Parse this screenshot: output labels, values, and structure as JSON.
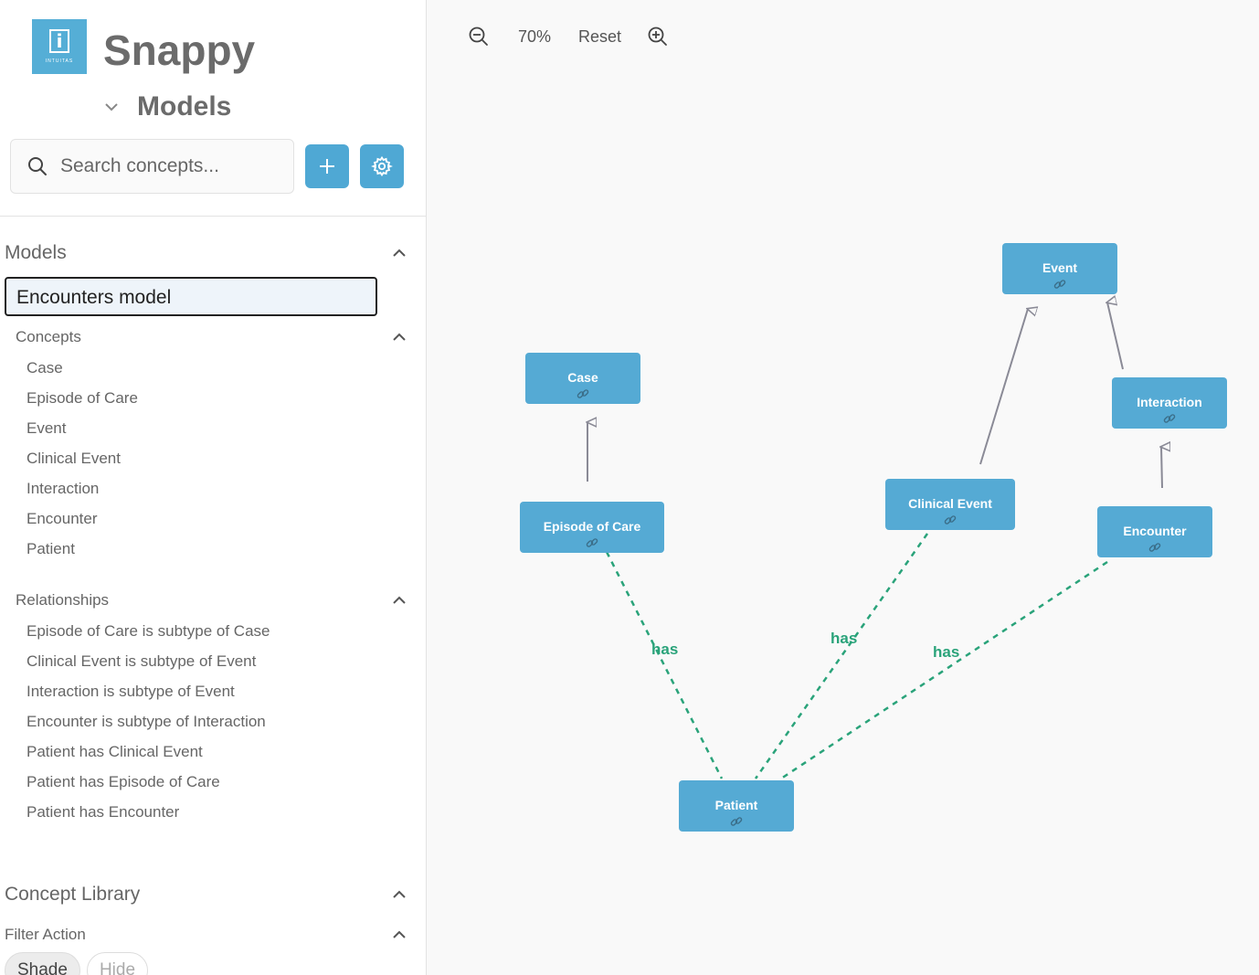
{
  "app": {
    "title": "Snappy",
    "logo_text": "INTUITAS",
    "logo_letter": "i",
    "models_dropdown_label": "Models"
  },
  "search": {
    "placeholder": "Search concepts..."
  },
  "sidebar": {
    "models_header": "Models",
    "selected_model": "Encounters model",
    "concepts_header": "Concepts",
    "concepts": [
      "Case",
      "Episode of Care",
      "Event",
      "Clinical Event",
      "Interaction",
      "Encounter",
      "Patient"
    ],
    "relationships_header": "Relationships",
    "relationships": [
      "Episode of Care is subtype of Case",
      "Clinical Event is subtype of Event",
      "Interaction is subtype of Event",
      "Encounter is subtype of Interaction",
      "Patient has Clinical Event",
      "Patient has Episode of Care",
      "Patient has Encounter"
    ],
    "concept_library_header": "Concept Library",
    "filter_action_header": "Filter Action",
    "filter_options": {
      "shade": "Shade",
      "hide": "Hide"
    }
  },
  "toolbar": {
    "zoom_level": "70%",
    "reset_label": "Reset"
  },
  "diagram": {
    "nodes": {
      "event": "Event",
      "case": "Case",
      "interaction": "Interaction",
      "clinical_event": "Clinical Event",
      "episode_of_care": "Episode of Care",
      "encounter": "Encounter",
      "patient": "Patient"
    },
    "edge_labels": [
      "has",
      "has",
      "has"
    ]
  },
  "colors": {
    "accent": "#55aad4",
    "subtype_edge": "#8a8a96",
    "has_edge": "#2aa37a"
  }
}
